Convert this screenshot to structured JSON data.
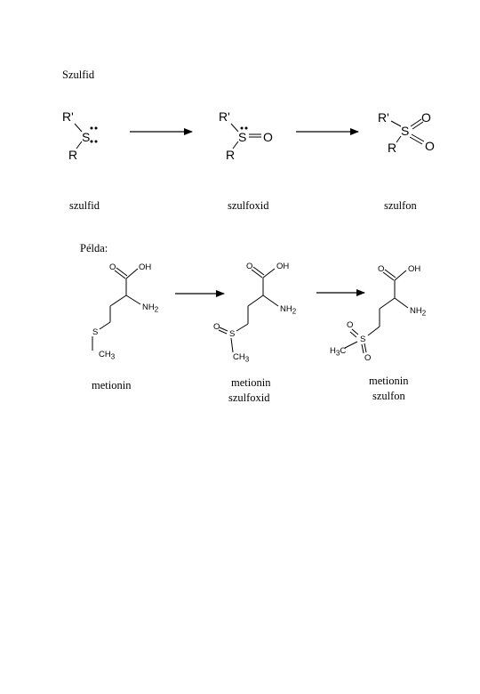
{
  "headings": {
    "top": "Szulfid",
    "example": "Példa:"
  },
  "top_row": {
    "labels": [
      "szulfid",
      "szulfoxid",
      "szulfon"
    ],
    "atoms": {
      "r_prime": "R'",
      "r": "R",
      "s": "S",
      "o": "O"
    }
  },
  "bottom_row": {
    "labels": [
      {
        "line1": "metionin",
        "line2": ""
      },
      {
        "line1": "metionin",
        "line2": "szulfoxid"
      },
      {
        "line1": "metionin",
        "line2": "szulfon"
      }
    ],
    "atoms": {
      "o": "O",
      "oh": "OH",
      "nh2": "NH2",
      "s": "S",
      "ch3": "CH3",
      "h3c": "H3C"
    }
  }
}
